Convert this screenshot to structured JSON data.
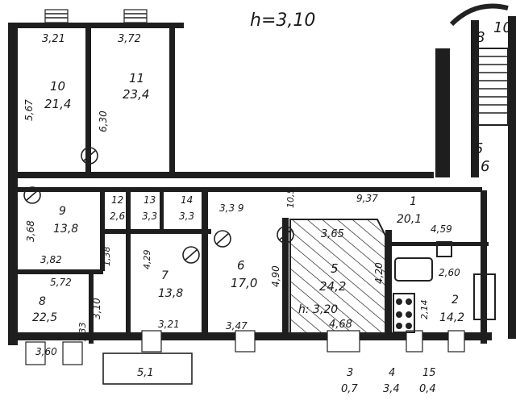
{
  "ceiling_height": "h=3,10",
  "rooms": [
    {
      "id": "room-10",
      "number": "10",
      "area": "21,4"
    },
    {
      "id": "room-11",
      "number": "11",
      "area": "23,4"
    },
    {
      "id": "room-9",
      "number": "9",
      "area": "13,8"
    },
    {
      "id": "room-12",
      "number": "12",
      "area": "2,6"
    },
    {
      "id": "room-13",
      "number": "13",
      "area": "3,3"
    },
    {
      "id": "room-14",
      "number": "14",
      "area": "3,3"
    },
    {
      "id": "room-8",
      "number": "8",
      "area": "22,5"
    },
    {
      "id": "room-7",
      "number": "7",
      "area": "13,8"
    },
    {
      "id": "room-6",
      "number": "6",
      "area": "17,0"
    },
    {
      "id": "room-5",
      "number": "5",
      "area": "24,2"
    },
    {
      "id": "room-1",
      "number": "1",
      "area": "20,1"
    },
    {
      "id": "room-2",
      "number": "2",
      "area": "14,2"
    },
    {
      "id": "room-3",
      "number": "3",
      "area": "0,7"
    },
    {
      "id": "room-4",
      "number": "4",
      "area": "3,4"
    },
    {
      "id": "room-15",
      "number": "15",
      "area": "0,4"
    }
  ],
  "room5_height": "h: 3,20",
  "dimensions": {
    "d_3_21": "3,21",
    "d_3_72": "3,72",
    "d_5_67": "5,67",
    "d_6_30": "6,30",
    "d_3_68": "3,68",
    "d_3_82": "3,82",
    "d_1_38": "1,38",
    "d_5_72": "5,72",
    "d_3_10": "3,10",
    "d_1_33": "1,33",
    "d_3_60": "3,60",
    "d_4_29": "4,29",
    "d_3_21b": "3,21",
    "d_3_3_9": "3,3 9",
    "d_4_90": "4,90",
    "d_3_47": "3,47",
    "d_10_5": "10,5",
    "d_3_65": "3,65",
    "d_4_20": "4,20",
    "d_4_68": "4,68",
    "d_9_37": "9,37",
    "d_4_59": "4,59",
    "d_2_60": "2,60",
    "d_2_14": "2,14",
    "d_5_1": "5,1"
  },
  "stair_labels": {
    "s8": "8",
    "s5": "5",
    "s6": "6",
    "s10": "10"
  }
}
